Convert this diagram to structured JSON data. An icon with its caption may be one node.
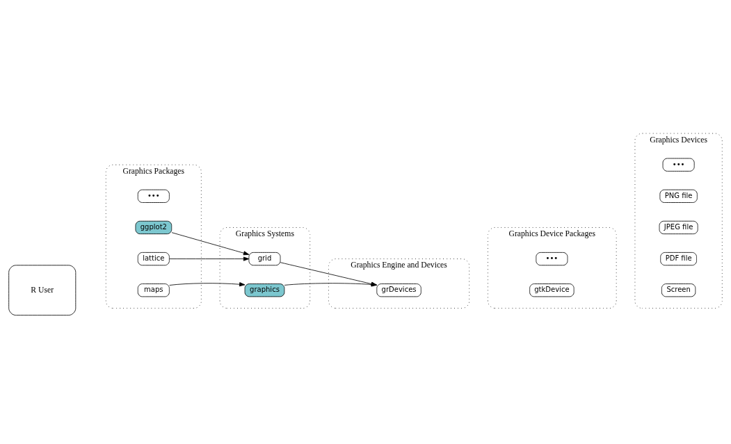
{
  "diagram": {
    "nodes": [
      {
        "text": [
          "R User"
        ]
      },
      {
        "text": [
          "Graphics Packages"
        ]
      },
      {
        "text": [
          "maps"
        ],
        "in": 1
      },
      {
        "text": [
          "lattice"
        ],
        "in": 1
      },
      {
        "text": [
          "ggplot2"
        ],
        "in": 1
      },
      {
        "text": [
          "•••"
        ],
        "in": 1
      },
      {
        "text": [
          "Graphics Systems"
        ]
      },
      {
        "text": [
          "graphics"
        ],
        "in": 6
      },
      {
        "text": [
          "grid"
        ],
        "in": 6
      },
      {
        "text": [
          "Graphics Engine and Devices"
        ]
      },
      {
        "text": [
          "grDevices"
        ],
        "in": 9
      },
      {
        "text": [
          "Graphics Device Packages"
        ]
      },
      {
        "text": [
          "gtkDevice"
        ],
        "in": 11
      },
      {
        "text": [
          "•••"
        ],
        "in": 11
      },
      {
        "text": [
          "Graphics Devices"
        ]
      },
      {
        "text": [
          "Screen"
        ],
        "in": 14
      },
      {
        "text": [
          "PDF file"
        ],
        "in": 14
      },
      {
        "text": [
          "JPEG file"
        ],
        "in": 14
      },
      {
        "text": [
          "PNG file"
        ],
        "in": 14
      },
      {
        "text": [
          "•••"
        ],
        "in": 14
      }
    ],
    "edges": [
      {
        "from": 2,
        "to": 7,
        "arrow": "to"
      },
      {
        "from": 3,
        "to": 8,
        "arrow": "to"
      },
      {
        "from": 4,
        "to": 8,
        "arrow": "to"
      },
      {
        "from": 7,
        "to": 10,
        "arrow": "to"
      },
      {
        "from": 8,
        "to": 10,
        "arrow": "to"
      }
    ]
  }
}
